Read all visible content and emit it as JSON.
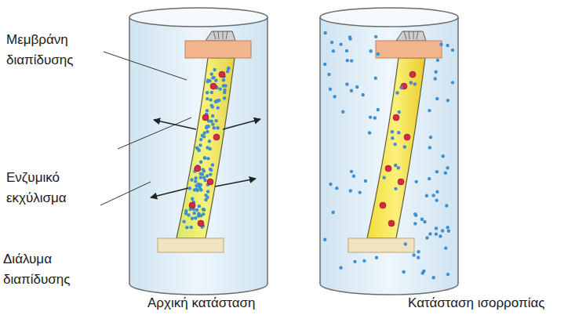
{
  "diagram": {
    "labels": [
      "Μεμβράνη διαπίδυσης",
      "Ενζυμικό εκχύλισμα",
      "Διάλυμα διαπίδυσης",
      "Αρχική κατάσταση",
      "Κατάσταση ισορροπίας"
    ]
  }
}
